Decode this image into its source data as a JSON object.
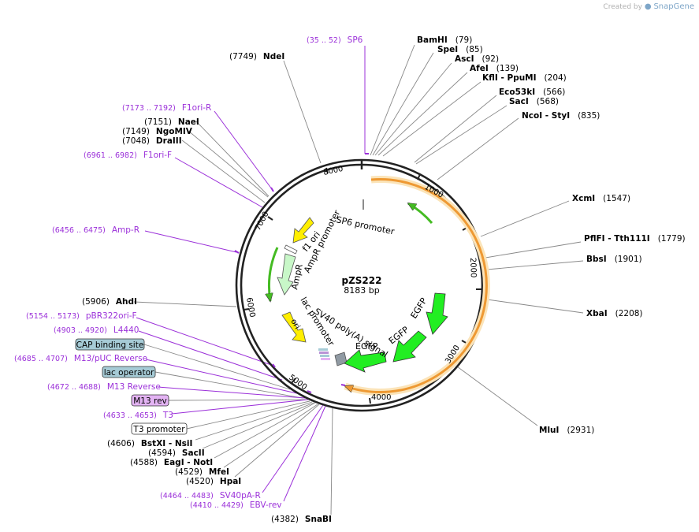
{
  "branding": {
    "created_by": "Created by",
    "logo": "SnapGene"
  },
  "plasmid": {
    "name": "pZS222",
    "length_label": "8183 bp",
    "length": 8183
  },
  "colors": {
    "enzyme": "#000000",
    "primer": "#9b30d9",
    "egfp": "#22ee22",
    "sv40": "#909aa3",
    "amp": "#c8f7c8",
    "ori": "#ffee00",
    "arc": "#ee9933",
    "arc_glow": "#fbe4b9",
    "cap_site": "#a6cbd6",
    "m13rev": "#e3b3f3"
  },
  "ticks": [
    {
      "label": "1000",
      "pos": 1000
    },
    {
      "label": "2000",
      "pos": 2000
    },
    {
      "label": "3000",
      "pos": 3000
    },
    {
      "label": "4000",
      "pos": 4000
    },
    {
      "label": "5000",
      "pos": 5000
    },
    {
      "label": "6000",
      "pos": 6000
    },
    {
      "label": "7000",
      "pos": 7000
    },
    {
      "label": "8000",
      "pos": 8000
    }
  ],
  "features": [
    {
      "label": "SP6 promoter"
    },
    {
      "label": "f1 ori"
    },
    {
      "label": "AmpR promoter"
    },
    {
      "label": "AmpR"
    },
    {
      "label": "ori"
    },
    {
      "label": "lac promoter"
    },
    {
      "label": "SV40 poly(A) signal"
    },
    {
      "label": "EGFP",
      "id": "egfp1"
    },
    {
      "label": "EGFP",
      "id": "egfp2"
    },
    {
      "label": "EGFP",
      "id": "egfp3"
    }
  ],
  "enzymes": [
    {
      "name": "BamHI",
      "pos": "(79)",
      "site": 79
    },
    {
      "name": "SpeI",
      "pos": "(85)",
      "site": 85
    },
    {
      "name": "AscI",
      "pos": "(92)",
      "site": 92
    },
    {
      "name": "AfeI",
      "pos": "(139)",
      "site": 139
    },
    {
      "name": "KflI - PpuMI",
      "pos": "(204)",
      "site": 204
    },
    {
      "name": "Eco53kI",
      "pos": "(566)",
      "site": 566
    },
    {
      "name": "SacI",
      "pos": "(568)",
      "site": 568
    },
    {
      "name": "NcoI - StyI",
      "pos": "(835)",
      "site": 835
    },
    {
      "name": "XcmI",
      "pos": "(1547)",
      "site": 1547
    },
    {
      "name": "PflFI - Tth111I",
      "pos": "(1779)",
      "site": 1779
    },
    {
      "name": "BbsI",
      "pos": "(1901)",
      "site": 1901
    },
    {
      "name": "XbaI",
      "pos": "(2208)",
      "site": 2208
    },
    {
      "name": "MluI",
      "pos": "(2931)",
      "site": 2931
    },
    {
      "name": "SnaBI",
      "pos": "(4382)",
      "site": 4382
    },
    {
      "name": "HpaI",
      "pos": "(4520)",
      "site": 4520
    },
    {
      "name": "MfeI",
      "pos": "(4529)",
      "site": 4529
    },
    {
      "name": "EagI - NotI",
      "pos": "(4588)",
      "site": 4588
    },
    {
      "name": "SacII",
      "pos": "(4594)",
      "site": 4594
    },
    {
      "name": "BstXI - NsiI",
      "pos": "(4606)",
      "site": 4606
    },
    {
      "name": "AhdI",
      "pos": "(5906)",
      "site": 5906
    },
    {
      "name": "DraIII",
      "pos": "(7048)",
      "site": 7048
    },
    {
      "name": "NgoMIV",
      "pos": "(7149)",
      "site": 7149
    },
    {
      "name": "NaeI",
      "pos": "(7151)",
      "site": 7151
    },
    {
      "name": "NdeI",
      "pos": "(7749)",
      "site": 7749
    }
  ],
  "primers": [
    {
      "name": "SP6",
      "range": "(35 .. 52)",
      "site": 43
    },
    {
      "name": "F1ori-R",
      "range": "(7173 .. 7192)",
      "site": 7182
    },
    {
      "name": "F1ori-F",
      "range": "(6961 .. 6982)",
      "site": 6971
    },
    {
      "name": "Amp-R",
      "range": "(6456 .. 6475)",
      "site": 6465
    },
    {
      "name": "pBR322ori-F",
      "range": "(5154 .. 5173)",
      "site": 5163
    },
    {
      "name": "L4440",
      "range": "(4903 .. 4920)",
      "site": 4911
    },
    {
      "name": "M13/pUC Reverse",
      "range": "(4685 .. 4707)",
      "site": 4696
    },
    {
      "name": "M13 Reverse",
      "range": "(4672 .. 4688)",
      "site": 4680
    },
    {
      "name": "T3",
      "range": "(4633 .. 4653)",
      "site": 4643
    },
    {
      "name": "SV40pA-R",
      "range": "(4464 .. 4483)",
      "site": 4473
    },
    {
      "name": "EBV-rev",
      "range": "(4410 .. 4429)",
      "site": 4419
    }
  ],
  "boxed_features": [
    {
      "label": "CAP binding site",
      "site": 4800
    },
    {
      "label": "lac operator",
      "site": 4720
    },
    {
      "label": "M13 rev",
      "site": 4670
    },
    {
      "label": "T3 promoter",
      "site": 4630
    }
  ]
}
